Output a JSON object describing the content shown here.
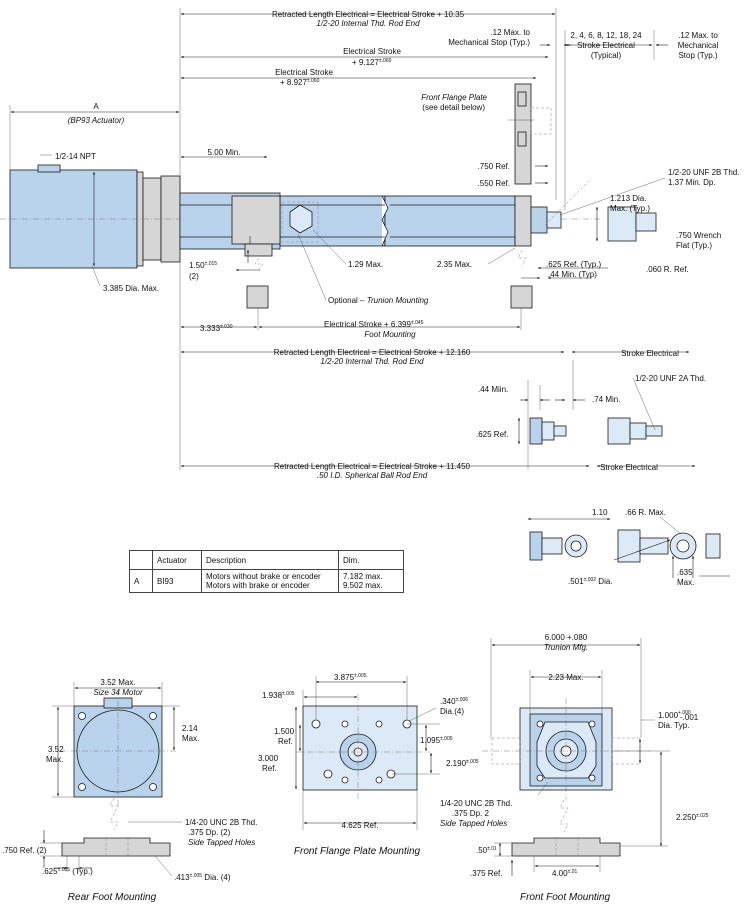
{
  "top_assembly": {
    "retracted_len_internal": "Retracted Length Electrical = Electrical Stroke + 10.35",
    "retracted_len_internal_sub": "1/2-20 Internal Thd. Rod End",
    "mech_stop_left_1": ".12 Max. to",
    "mech_stop_left_2": "Mechanical Stop (Typ.)",
    "stroke_options_1": "2, 4, 6, 8, 12, 18, 24",
    "stroke_options_2": "Stroke Electrical",
    "stroke_options_3": "(Typical)",
    "mech_stop_right_1": ".12 Max. to",
    "mech_stop_right_2": "Mechanical",
    "mech_stop_right_3": "Stop (Typ.)",
    "elec_stroke_a": "Electrical Stroke",
    "elec_stroke_a_val": "+ 9.127",
    "elec_stroke_a_tol": "±.060",
    "elec_stroke_b": "Electrical Stroke",
    "elec_stroke_b_val": "+ 8.927",
    "elec_stroke_b_tol": "±.060",
    "dim_a": "A",
    "dim_a_sub": "(BP93 Actuator)",
    "flange_plate_1": "Front Flange Plate",
    "flange_plate_2": "(see detail below)",
    "npt": "1/2-14 NPT",
    "min_500": "5.00 Min.",
    "ref_750": ".750 Ref.",
    "ref_550": ".550 Ref.",
    "unf_1": "1/2-20 UNF 2B Thd.",
    "unf_2": "1.37 Min. Dp.",
    "dia_1213_1": "1.213 Dia.",
    "dia_1213_2": "Max. (Typ.)",
    "wrench_1": ".750 Wrench",
    "wrench_2": "Flat (Typ.)",
    "r060": ".060 R. Ref.",
    "d150": "1.50",
    "d150_tol": "±.015",
    "d150_qty": "(2)",
    "max_129": "1.29 Max.",
    "max_235": "2.35 Max.",
    "ref_625": ".625 Ref. (Typ.)",
    "min_44": ".44 Min. (Typ)",
    "dia_3385": "3.385 Dia. Max.",
    "trunion": "Optional – ",
    "trunion_b": "Trunion Mounting",
    "d3333": "3.333",
    "d3333_tol": "±.030",
    "foot_1": "Electrical Stroke + 6.399",
    "foot_1_tol": "±.045",
    "foot_2": "Foot Mounting",
    "retracted_12160": "Retracted Length Electrical = Electrical Stroke + 12.160",
    "retracted_12160_sub": "1/2-20 Internal Thd. Rod End",
    "stroke_elec_1": "Stroke Electrical",
    "min_44b": ".44 Miin.",
    "min_74": ".74 Min.",
    "unf2a": "1/2-20 UNF 2A Thd.",
    "ref_625b": ".625 Ref.",
    "retracted_11450": "Retracted Length Electrical = Electrical Stroke + 11.450",
    "retracted_11450_sub": ".50 I.D. Spherical Ball Rod End",
    "stroke_elec_2": "Stroke Electrical",
    "d110": "1.10",
    "r66": ".66 R. Max.",
    "d635_1": ".635",
    "d635_2": "Max.",
    "d501": ".501",
    "d501_tol": "±.002",
    "d501_suf": " Dia."
  },
  "table": {
    "headers": [
      "",
      "Actuator",
      "Description",
      "Dim."
    ],
    "row": {
      "key": "A",
      "actuator": "BI93",
      "desc_1": "Motors without brake or encoder",
      "desc_2": "Motors with brake or encoder",
      "dim_1": "7.182 max.",
      "dim_2": "9.502 max."
    }
  },
  "rear_foot": {
    "w_max": "3.52 Max.",
    "w_sub": "Size 34 Motor",
    "h_1": "3.52",
    "h_2": "Max.",
    "d214_1": "2.14",
    "d214_2": "Max.",
    "thd_1": "1/4-20 UNC 2B Thd.",
    "thd_2": ".375 Dp. (2)",
    "thd_3": "Side Tapped Holes",
    "ref750": ".750 Ref. (2)",
    "typ625": ".625",
    "typ625_tol": "±.005",
    "typ625_suf": " (Typ.)",
    "dia413": ".413",
    "dia413_tol": "±.005",
    "dia413_suf": " Dia. (4)",
    "caption": "Rear Foot Mounting"
  },
  "flange_plate": {
    "d3875": "3.875",
    "d3875_tol": "±.005",
    "d1938": "1.938",
    "d1938_tol": "±.005",
    "d340": ".340",
    "d340_tol": "±.006",
    "d340_suf": "Dia.(4)",
    "d1500_1": "1.500",
    "d1500_2": "Ref.",
    "d3000_1": "3.000",
    "d3000_2": "Ref.",
    "d1095": "1.095",
    "d1095_tol": "±.005",
    "d2190": "2.190",
    "d2190_tol": "±.005",
    "d4625": "4.625 Ref.",
    "caption": "Front Flange Plate Mounting"
  },
  "front_foot": {
    "d6000": "6.000 +.080",
    "d6000_sub": "Trunion Mfg.",
    "d223": "2.23 Max.",
    "d1000": "1.000",
    "d1000_tol_a": "+.000",
    "d1000_tol_b": "-.001",
    "d1000_sub": "Dia. Typ.",
    "thd_1": "1/4-20 UNC 2B Thd.",
    "thd_2": ".375 Dp. 2",
    "thd_3": "Side Tapped Holes",
    "d2250": "2.250",
    "d2250_tol": "±.025",
    "d50": ".50",
    "d50_tol": "±.01",
    "d400": "4.00",
    "d400_tol": "±.01",
    "ref375": ".375 Ref.",
    "caption": "Front Foot Mounting"
  },
  "colors": {
    "part_fill": "#b9d3ec",
    "part_light": "#dce9f6",
    "bracket": "#d6d6d6",
    "line": "#1a1a1a"
  }
}
